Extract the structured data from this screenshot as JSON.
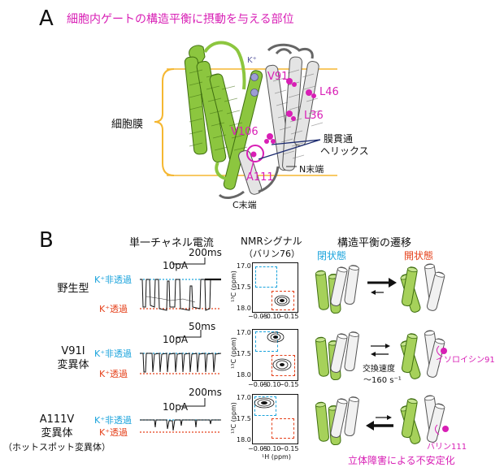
{
  "panel_a": {
    "letter": "A",
    "title": "細胞内ゲートの構造平衡に摂動を与える部位",
    "membrane_label": "細胞膜",
    "ion_label": "K⁺",
    "residues": [
      "V91",
      "L46",
      "L36",
      "V106",
      "A111"
    ],
    "tm_helix_label_1": "膜貫通",
    "tm_helix_label_2": "ヘリックス",
    "n_term": "N末端",
    "c_term": "C末端"
  },
  "panel_b": {
    "letter": "B",
    "col_current": "単一チャネル電流",
    "col_nmr_1": "NMRシグナル",
    "col_nmr_2": "（バリン76）",
    "col_struct": "構造平衡の遷移",
    "closed": "閉状態",
    "open": "開状態",
    "nonpermeable": "K⁺非透過",
    "permeable": "K⁺透過",
    "current_scale": "10pA",
    "rows": [
      {
        "name_1": "野生型",
        "name_2": "",
        "name_3": "",
        "time_scale": "200ms",
        "annotation": ""
      },
      {
        "name_1": "V91I",
        "name_2": "変異体",
        "name_3": "",
        "time_scale": "50ms",
        "annotation": "イソロイシン91"
      },
      {
        "name_1": "A111V",
        "name_2": "変異体",
        "name_3": "（ホットスポット変異体）",
        "time_scale": "200ms",
        "annotation": "バリン111"
      }
    ],
    "exchange_1": "交換速度",
    "exchange_2": "～160 s⁻¹",
    "bottom_note": "立体障害による不安定化",
    "nmr_axis": {
      "y_label": "¹³C (ppm)",
      "x_label": "¹H (ppm)",
      "y_ticks": [
        "17.0",
        "17.5",
        "18.0"
      ],
      "x_ticks": [
        "−0.05",
        "−0.10",
        "−0.15"
      ]
    }
  },
  "colors": {
    "magenta": "#d81fb5",
    "cyan": "#1aa3dc",
    "red": "#e5401a",
    "helix_green": "#8cc63f",
    "membrane_orange": "#f5b731"
  }
}
